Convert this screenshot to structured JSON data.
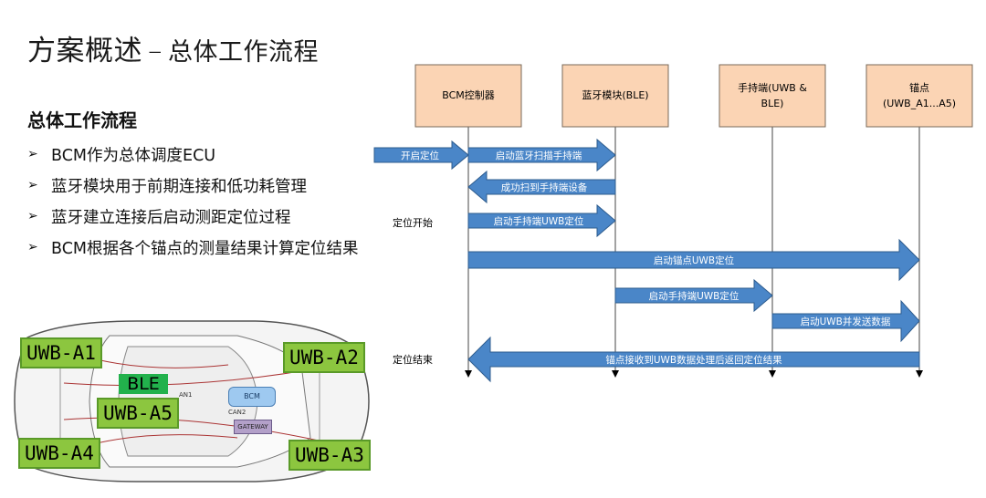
{
  "header": {
    "title": "方案概述",
    "dash": "–",
    "subtitle": "总体工作流程"
  },
  "section": {
    "heading": "总体工作流程",
    "bullets": [
      "BCM作为总体调度ECU",
      "蓝牙模块用于前期连接和低功耗管理",
      "蓝牙建立连接后启动测距定位过程",
      "BCM根据各个锚点的测量结果计算定位结果"
    ]
  },
  "sequence": {
    "participants": [
      {
        "id": "bcm",
        "label": [
          "BCM控制器"
        ]
      },
      {
        "id": "ble",
        "label": [
          "蓝牙模块(BLE)"
        ]
      },
      {
        "id": "handset",
        "label": [
          "手持端(UWB &",
          "BLE)"
        ]
      },
      {
        "id": "anchor",
        "label": [
          "锚点",
          "(UWB_A1...A5)"
        ]
      }
    ],
    "side_labels": [
      "定位开始",
      "定位结束"
    ],
    "messages": [
      {
        "text": "开启定位",
        "from": "outside",
        "to": "bcm"
      },
      {
        "text": "启动蓝牙扫描手持端",
        "from": "bcm",
        "to": "ble"
      },
      {
        "text": "成功扫到手持端设备",
        "from": "ble",
        "to": "bcm"
      },
      {
        "text": "启动手持端UWB定位",
        "from": "bcm",
        "to": "ble"
      },
      {
        "text": "启动锚点UWB定位",
        "from": "bcm",
        "to": "anchor"
      },
      {
        "text": "启动手持端UWB定位",
        "from": "ble",
        "to": "handset"
      },
      {
        "text": "启动UWB并发送数据",
        "from": "handset",
        "to": "anchor"
      },
      {
        "text": "锚点接收到UWB数据处理后返回定位结果",
        "from": "anchor",
        "to": "bcm"
      }
    ],
    "colors": {
      "box": "#fbd4b4",
      "arrow": "#4a86c8",
      "arrow_stroke": "#2e5c8e"
    }
  },
  "car": {
    "anchors": [
      "UWB-A1",
      "UWB-A2",
      "UWB-A4",
      "UWB-A3",
      "UWB-A5"
    ],
    "ble": "BLE",
    "bcm": "BCM",
    "gateway": "GATEWAY",
    "an1": "AN1",
    "can2": "CAN2"
  }
}
